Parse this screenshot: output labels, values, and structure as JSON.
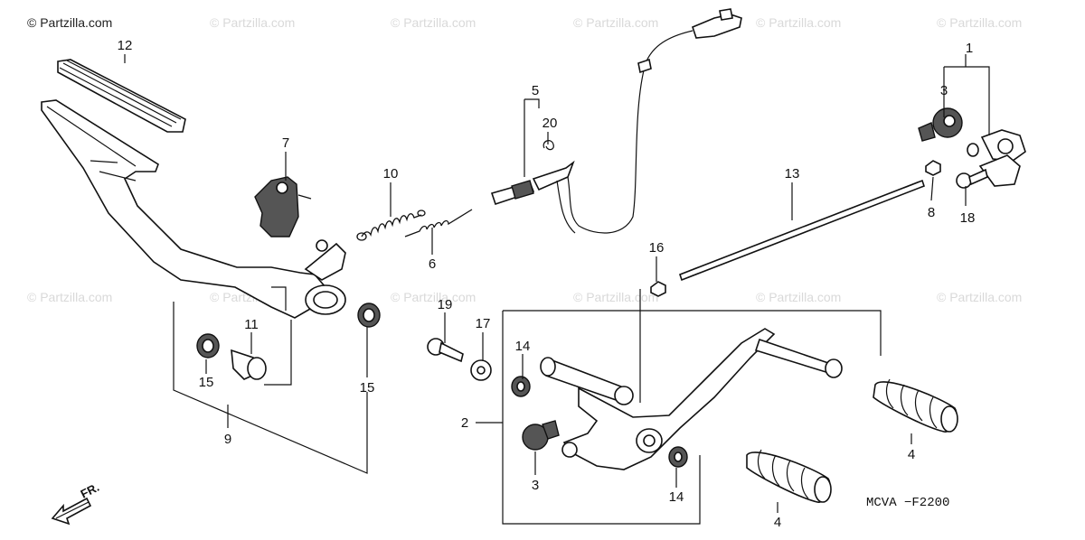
{
  "watermarks": {
    "main": "© Partzilla.com",
    "faint": "© Partzilla.com"
  },
  "callouts": [
    {
      "id": "c1",
      "label": "1"
    },
    {
      "id": "c2",
      "label": "2"
    },
    {
      "id": "c3a",
      "label": "3"
    },
    {
      "id": "c3b",
      "label": "3"
    },
    {
      "id": "c4a",
      "label": "4"
    },
    {
      "id": "c4b",
      "label": "4"
    },
    {
      "id": "c5",
      "label": "5"
    },
    {
      "id": "c6",
      "label": "6"
    },
    {
      "id": "c7",
      "label": "7"
    },
    {
      "id": "c8",
      "label": "8"
    },
    {
      "id": "c9",
      "label": "9"
    },
    {
      "id": "c10",
      "label": "10"
    },
    {
      "id": "c11",
      "label": "11"
    },
    {
      "id": "c12",
      "label": "12"
    },
    {
      "id": "c13",
      "label": "13"
    },
    {
      "id": "c14a",
      "label": "14"
    },
    {
      "id": "c14b",
      "label": "14"
    },
    {
      "id": "c15a",
      "label": "15"
    },
    {
      "id": "c15b",
      "label": "15"
    },
    {
      "id": "c16",
      "label": "16"
    },
    {
      "id": "c17",
      "label": "17"
    },
    {
      "id": "c18",
      "label": "18"
    },
    {
      "id": "c19",
      "label": "19"
    },
    {
      "id": "c20",
      "label": "20"
    }
  ],
  "diagram_code": "MCVA −F2200",
  "direction_label": "FR."
}
